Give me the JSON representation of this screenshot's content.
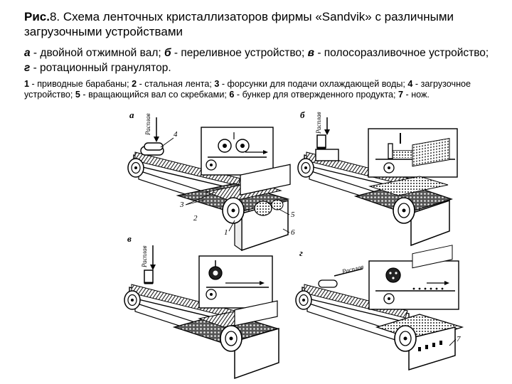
{
  "title": {
    "prefix": "Рис.",
    "text": "8. Схема ленточных кристаллизаторов фирмы «Sandvik» с различными загрузочными устройствами"
  },
  "subtitle": {
    "items": [
      {
        "letter": "а",
        "text": " - двойной отжимной вал; "
      },
      {
        "letter": "б",
        "text": " - переливное устройство; "
      },
      {
        "letter": "в",
        "text": " - полосоразливочное устройство; "
      },
      {
        "letter": "г",
        "text": " - ротационный гранулятор."
      }
    ]
  },
  "legend": {
    "items": [
      {
        "num": "1",
        "text": " - приводные барабаны; "
      },
      {
        "num": "2",
        "text": " - стальная лента; "
      },
      {
        "num": "3",
        "text": " - форсунки для подачи охлаждающей воды; "
      },
      {
        "num": "4",
        "text": " - загрузочное устройство; "
      },
      {
        "num": "5",
        "text": " - вращающийся вал со скребками; "
      },
      {
        "num": "6",
        "text": " - бункер для отвержденного продукта; "
      },
      {
        "num": "7",
        "text": " - нож."
      }
    ]
  },
  "figure": {
    "panel_labels": [
      "а",
      "б",
      "в",
      "г"
    ],
    "melt_label": "Расплав",
    "callouts": [
      "1",
      "2",
      "3",
      "4",
      "5",
      "6",
      "7"
    ]
  }
}
